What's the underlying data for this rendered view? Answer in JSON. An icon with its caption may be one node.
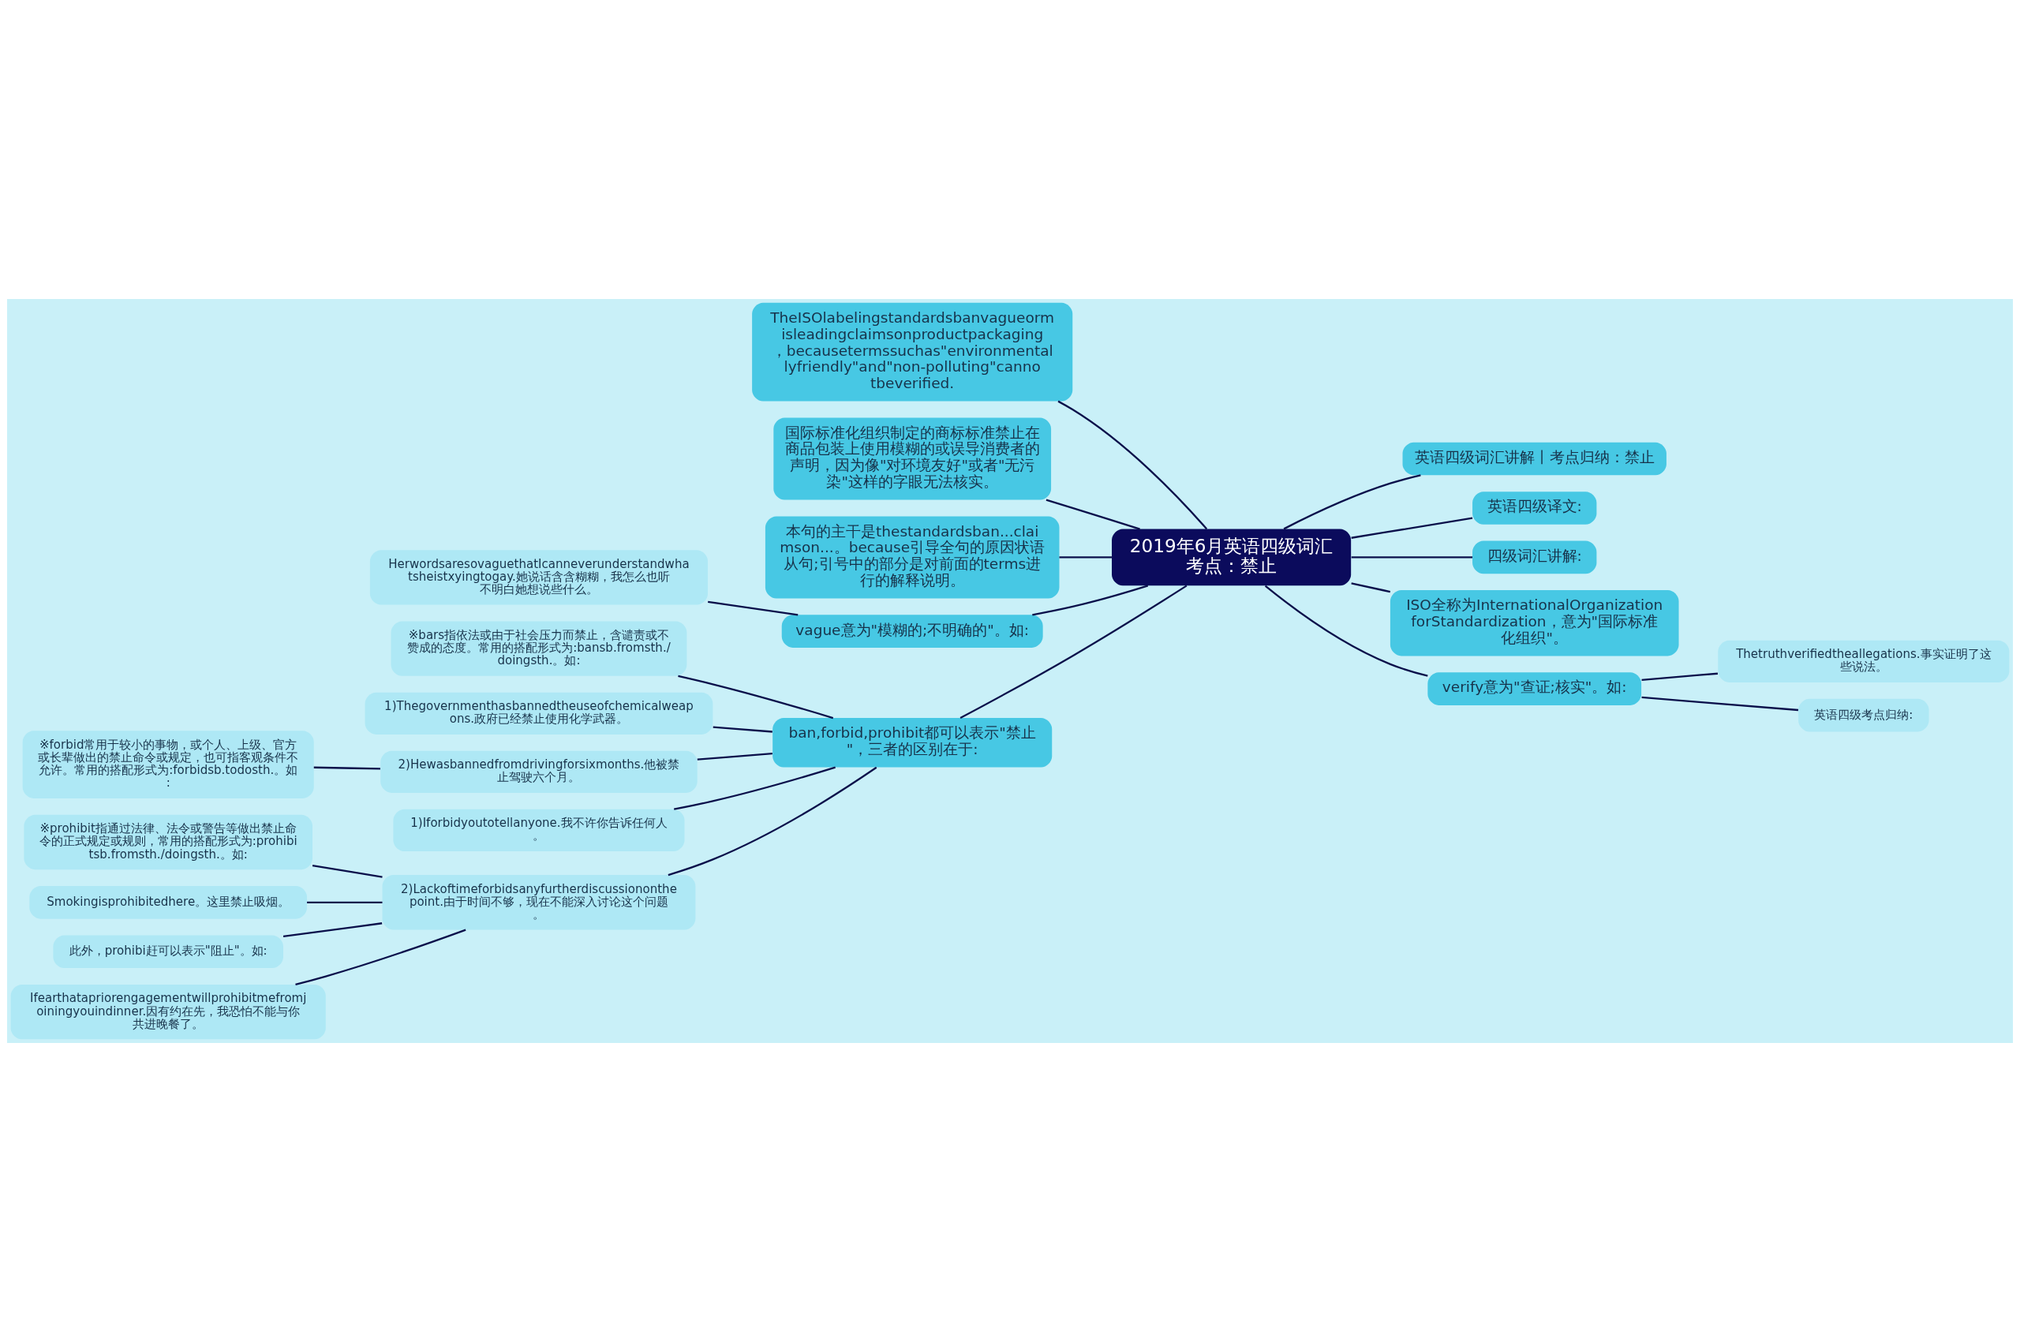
{
  "diagram": {
    "nodes": [
      {
        "text": [
          "2019年6月英语四级词汇考点：禁止"
        ]
      },
      {
        "text": [
          "TheISOlabelingstandardsbanvagueormisleadingclaimsonproductpackaging，becausetermssuchas\"environmentallyfriendly\"and\"non-polluting\"cannotbeverified."
        ]
      },
      {
        "text": [
          "国际标准化组织制定的商标标准禁止在商品包装上使用模糊的或误导消费者的声明，因为像\"对环境友好\"或者\"无污染\"这样的字眼无法核实。"
        ]
      },
      {
        "text": [
          "本句的主干是thestandardsban...claimson...。because引导全句的原因状语从句;引号中的部分是对前面的terms进行的解释说明。"
        ]
      },
      {
        "text": [
          "vague意为\"模糊的;不明确的\"。如:"
        ]
      },
      {
        "text": [
          "HerwordsaresovaguethatIcanneverunderstandwhatsheistxyingtogay.她说话含含糊糊，我怎么也听不明白她想说些什么。"
        ]
      },
      {
        "text": [
          "ban,forbid,prohibit都可以表示\"禁止\"，三者的区别在于:"
        ]
      },
      {
        "text": [
          "※bars指依法或由于社会压力而禁止，含谴责或不赞成的态度。常用的搭配形式为:bansb.fromsth./doingsth.。如:"
        ]
      },
      {
        "text": [
          "1)Thegovernmenthasbannedtheuseofchemicalweapons.政府已经禁止使用化学武器。"
        ]
      },
      {
        "text": [
          "2)Hewasbannedfromdrivingforsixmonths.他被禁止驾驶六个月。"
        ]
      },
      {
        "text": [
          "※forbid常用于较小的事物，或个人、上级、官方或长辈做出的禁止命令或规定，也可指客观条件不允许。常用的搭配形式为:forbidsb.todosth.。如:"
        ]
      },
      {
        "text": [
          "1)Iforbidyoutotellanyone.我不许你告诉任何人。"
        ]
      },
      {
        "text": [
          "2)Lackoftimeforbidsanyfurtherdiscussiononthepoint.由于时间不够，现在不能深入讨论这个问题。"
        ]
      },
      {
        "text": [
          "※prohibit指通过法律、法令或警告等做出禁止命令的正式规定或规则，常用的搭配形式为:prohibitsb.fromsth./doingsth.。如:"
        ]
      },
      {
        "text": [
          "Smokingisprohibitedhere。这里禁止吸烟。"
        ]
      },
      {
        "text": [
          "此外，prohibi赶可以表示\"阻止\"。如:"
        ]
      },
      {
        "text": [
          "Ifearthatapriorengagementwillprohibitmefromjoiningyouindinner.因有约在先，我恐怕不能与你共进晚餐了。"
        ]
      },
      {
        "text": [
          "英语四级词汇讲解丨考点归纳：禁止"
        ]
      },
      {
        "text": [
          "英语四级译文:"
        ]
      },
      {
        "text": [
          "四级词汇讲解:"
        ]
      },
      {
        "text": [
          "ISO全称为InternationalOrganizationforStandardization，意为\"国际标准化组织\"。"
        ]
      },
      {
        "text": [
          "verify意为\"查证;核实\"。如:"
        ]
      },
      {
        "text": [
          "Thetruthverifiedtheallegations.事实证明了这些说法。"
        ]
      },
      {
        "text": [
          "英语四级考点归纳:"
        ]
      }
    ],
    "edges": [
      {
        "from": 0,
        "to": 1,
        "arrow": "none"
      },
      {
        "from": 0,
        "to": 2,
        "arrow": "none"
      },
      {
        "from": 0,
        "to": 3,
        "arrow": "none"
      },
      {
        "from": 0,
        "to": 4,
        "arrow": "none"
      },
      {
        "from": 4,
        "to": 5,
        "arrow": "none"
      },
      {
        "from": 0,
        "to": 6,
        "arrow": "none"
      },
      {
        "from": 6,
        "to": 7,
        "arrow": "none"
      },
      {
        "from": 6,
        "to": 8,
        "arrow": "none"
      },
      {
        "from": 6,
        "to": 9,
        "arrow": "none"
      },
      {
        "from": 9,
        "to": 10,
        "arrow": "none"
      },
      {
        "from": 6,
        "to": 11,
        "arrow": "none"
      },
      {
        "from": 6,
        "to": 12,
        "arrow": "none"
      },
      {
        "from": 12,
        "to": 13,
        "arrow": "none"
      },
      {
        "from": 12,
        "to": 14,
        "arrow": "none"
      },
      {
        "from": 12,
        "to": 15,
        "arrow": "none"
      },
      {
        "from": 12,
        "to": 16,
        "arrow": "none"
      },
      {
        "from": 0,
        "to": 17,
        "arrow": "none"
      },
      {
        "from": 0,
        "to": 18,
        "arrow": "none"
      },
      {
        "from": 0,
        "to": 19,
        "arrow": "none"
      },
      {
        "from": 0,
        "to": 20,
        "arrow": "none"
      },
      {
        "from": 0,
        "to": 21,
        "arrow": "none"
      },
      {
        "from": 21,
        "to": 22,
        "arrow": "none"
      },
      {
        "from": 21,
        "to": 23,
        "arrow": "none"
      }
    ]
  }
}
